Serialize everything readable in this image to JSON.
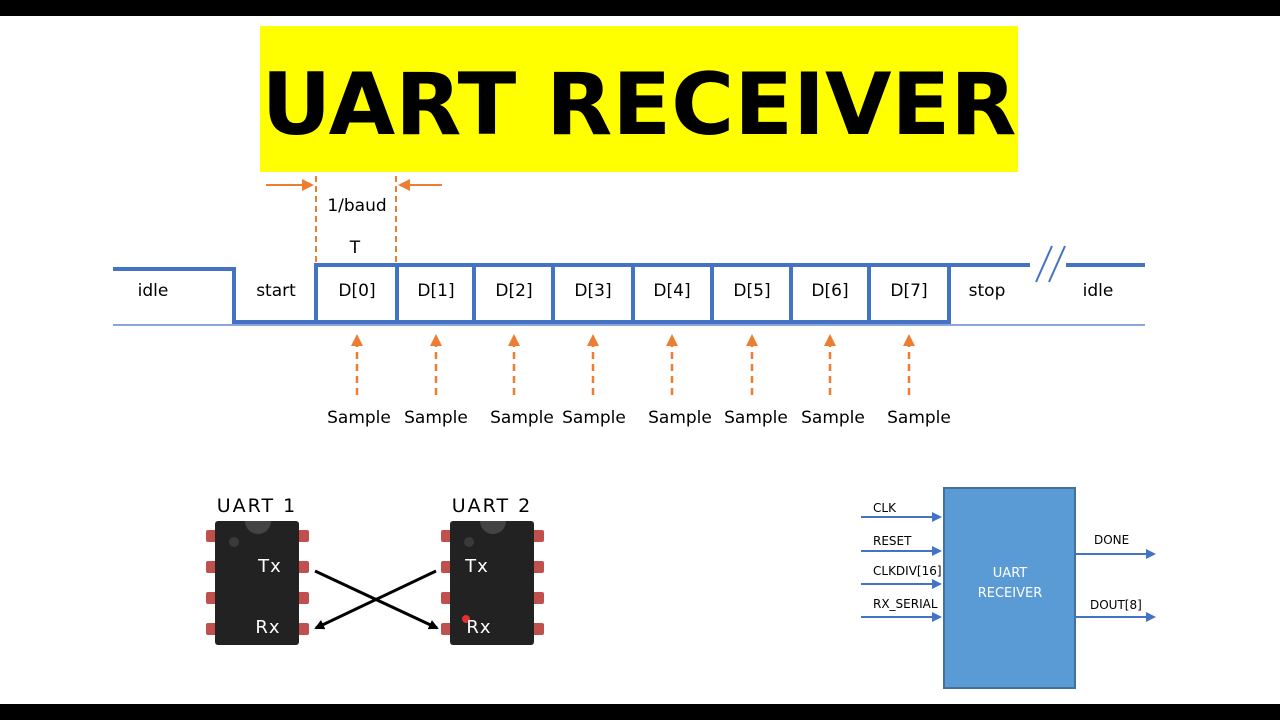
{
  "title": "UART RECEIVER",
  "colors": {
    "title_bg": "#FFFF00",
    "signal_line": "#4472C4",
    "marker": "#ED7D31",
    "block_fill": "#5B9BD5",
    "block_border": "#41719C",
    "chip_body": "#222222",
    "chip_pin": "#C0504D",
    "background": "#FFFFFF",
    "frame": "#000000"
  },
  "timing": {
    "period_label": "1/baud",
    "period_symbol": "T",
    "segments": [
      "idle",
      "start",
      "D[0]",
      "D[1]",
      "D[2]",
      "D[3]",
      "D[4]",
      "D[5]",
      "D[6]",
      "D[7]",
      "stop",
      "idle"
    ],
    "sample_label": "Sample"
  },
  "chips": {
    "uart1": {
      "name": "UART 1",
      "tx": "Tx",
      "rx": "Rx"
    },
    "uart2": {
      "name": "UART 2",
      "tx": "Tx",
      "rx": "Rx"
    }
  },
  "block": {
    "title_line1": "UART",
    "title_line2": "RECEIVER",
    "inputs": [
      "CLK",
      "RESET",
      "CLKDIV[16]",
      "RX_SERIAL"
    ],
    "outputs": [
      "DONE",
      "DOUT[8]"
    ]
  }
}
